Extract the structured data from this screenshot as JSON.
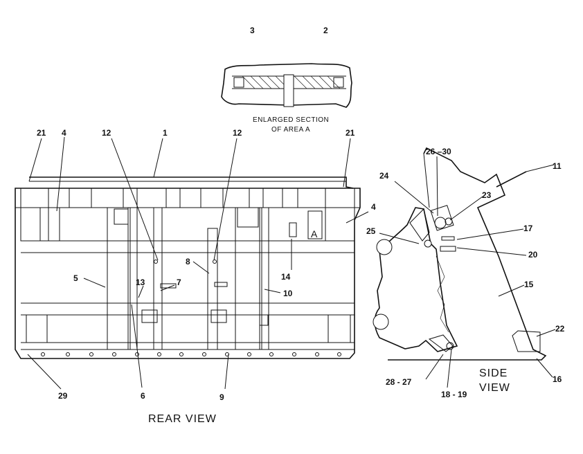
{
  "enlarged_section": {
    "caption_line1": "ENLARGED SECTION",
    "caption_line2": "OF AREA A"
  },
  "views": {
    "rear_title": "REAR  VIEW",
    "side_title_line1": "SIDE",
    "side_title_line2": "VIEW",
    "area_marker": "A"
  },
  "callouts": {
    "c1": "1",
    "c2": "2",
    "c3": "3",
    "c4a": "4",
    "c4b": "4",
    "c5": "5",
    "c6": "6",
    "c7": "7",
    "c8": "8",
    "c9": "9",
    "c10": "10",
    "c11": "11",
    "c12a": "12",
    "c12b": "12",
    "c13": "13",
    "c14": "14",
    "c15": "15",
    "c16": "16",
    "c17": "17",
    "c18_19": "18 - 19",
    "c20": "20",
    "c21a": "21",
    "c21b": "21",
    "c22": "22",
    "c23": "23",
    "c24": "24",
    "c25": "25",
    "c26_30": "26 –30",
    "c28_27": "28  - 27",
    "c29": "29"
  }
}
